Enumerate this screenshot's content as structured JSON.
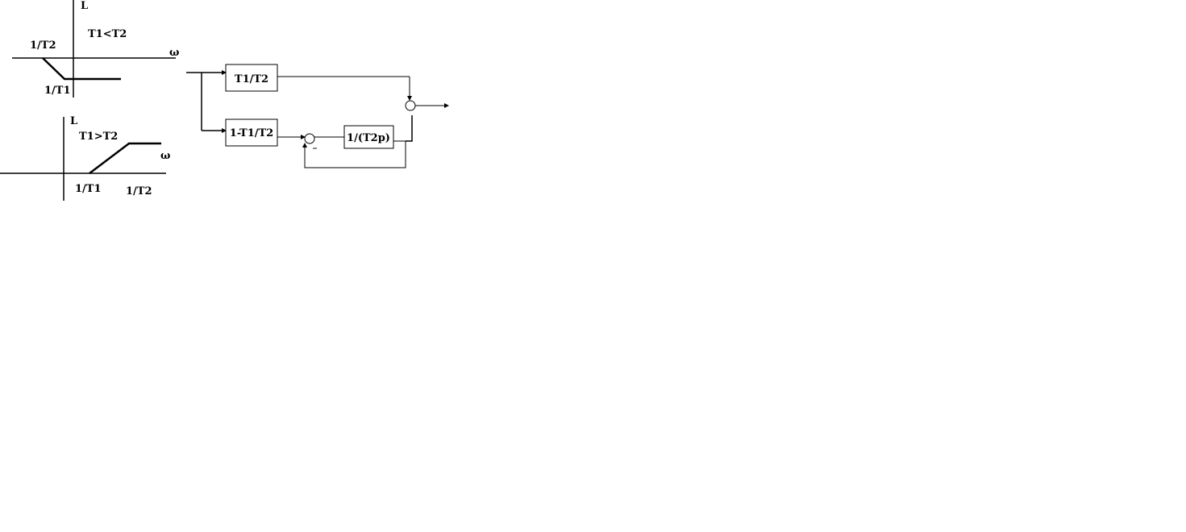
{
  "plot_top": {
    "axis_y_label": "L",
    "axis_x_label": "ω",
    "condition": "T1<T2",
    "break_label_1": "1/T2",
    "break_label_2": "1/T1"
  },
  "plot_bottom": {
    "axis_y_label": "L",
    "axis_x_label": "ω",
    "condition": "T1>T2",
    "break_label_1": "1/T1",
    "break_label_2": "1/T2"
  },
  "block_diagram": {
    "block_gain": "T1/T2",
    "block_lower": "1-T1/T2",
    "block_integrator": "1/(T2p)",
    "minus_sign": "_"
  },
  "colors": {
    "ink": "#000000",
    "background": "#ffffff"
  }
}
